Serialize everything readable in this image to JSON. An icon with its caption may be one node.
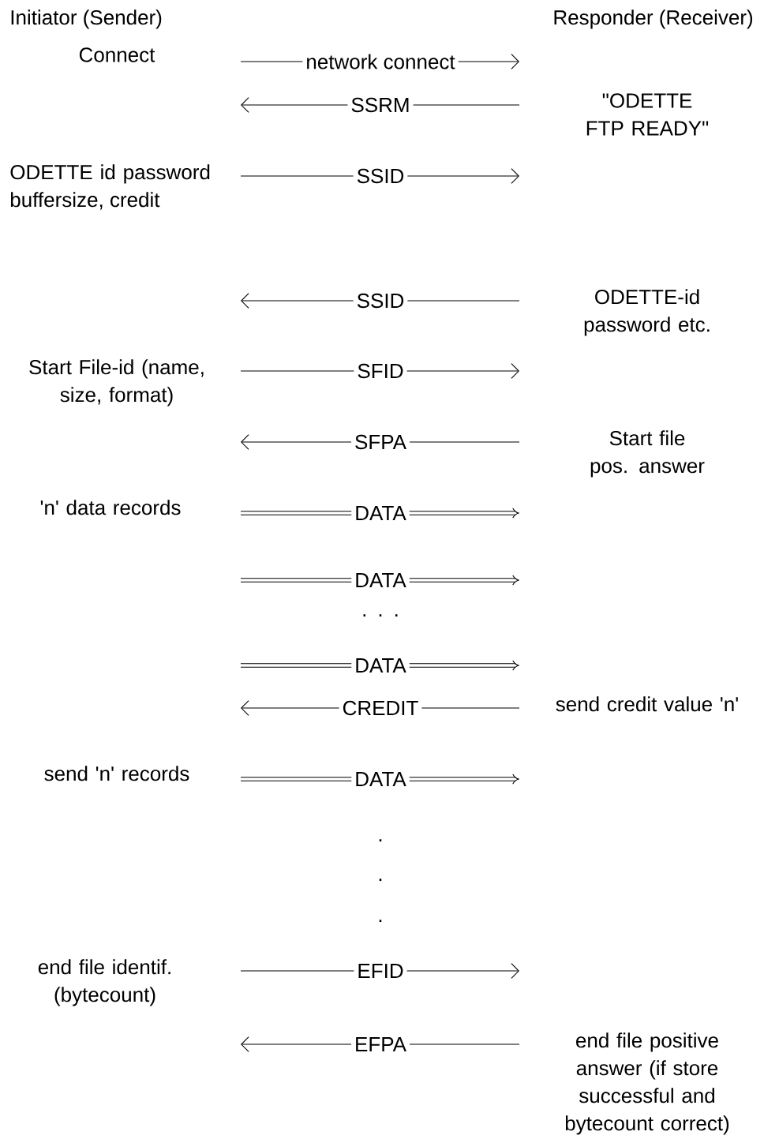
{
  "diagram": {
    "labels": [
      "Initiator (Sender)",
      "Responder (Receiver)",
      "Connect",
      "network connect",
      "SSRM",
      "\"ODETTE FTP READY\"",
      "ODETTE id password buffersize, credit",
      "SSID",
      "SSID",
      "ODETTE-id password etc.",
      "Start File-id (name, size, format)",
      "SFID",
      "SFPA",
      "Start file pos. answer",
      "'n' data records",
      "DATA",
      "DATA",
      ". . .",
      "DATA",
      "CREDIT",
      "send credit value 'n'",
      "send 'n' records",
      "DATA",
      ".",
      ".",
      ".",
      "end file identif. (bytecount)",
      "EFID",
      "EFPA",
      "end file positive answer (if store successful and bytecount correct)"
    ]
  }
}
